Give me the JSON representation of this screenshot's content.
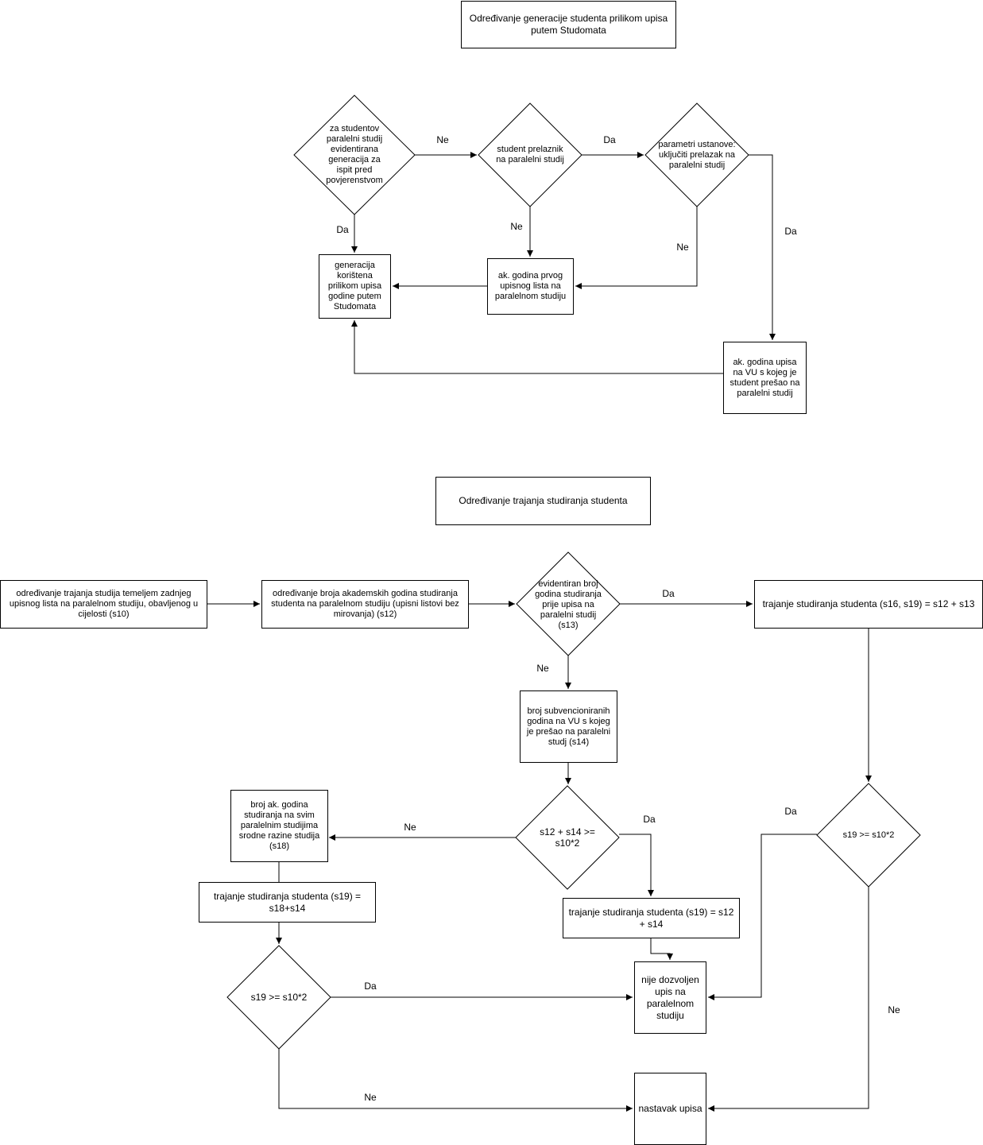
{
  "diagram1": {
    "title": "Određivanje generacije studenta prilikom upisa putem Studomata",
    "decision_parallel_generation": "za studentov paralelni studij evidentirana generacija za ispit pred povjerenstvom",
    "decision_transfer_student": "student prelaznik na paralelni studij",
    "decision_institution_params": "parametri ustanove: uključiti prelazak na paralelni studij",
    "box_generation_used": "generacija korištena prilikom upisa godine putem Studomata",
    "box_first_enrollment_year": "ak. godina prvog upisnog lista na paralelnom studiju",
    "box_enrollment_year_previous": "ak. godina upisa na VU s kojeg je student prešao na paralelni studij",
    "labels": {
      "d1_right": "Ne",
      "d1_down": "Da",
      "d2_right": "Da",
      "d2_down": "Ne",
      "d3_down": "Ne",
      "d3_right": "Da"
    }
  },
  "diagram2": {
    "title": "Određivanje trajanja studiranja studenta",
    "box_s10": "određivanje trajanja studija temeljem zadnjeg upisnog lista na paralelnom studiju, obavljenog u cijelosti (s10)",
    "box_s12": "određivanje broja akademskih godina studiranja studenta na paralelnom studiju (upisni listovi bez mirovanja) (s12)",
    "decision_s13": "evidentiran broj godina studiranja prije upisa na paralelni studij (s13)",
    "box_s16_s19": "trajanje studiranja studenta (s16, s19) = s12 + s13",
    "box_s14": "broj subvencioniranih godina na VU s kojeg je prešao na paralelni studj (s14)",
    "decision_s12_s14": "s12 + s14 >= s10*2",
    "box_s18": "broj ak. godina studiranja na svim paralelnim studijima srodne razine studija (s18)",
    "box_s19_s18": "trajanje studiranja studenta (s19) = s18+s14",
    "box_s19_s12": "trajanje studiranja studenta (s19) = s12 + s14",
    "decision_s19_left": "s19 >= s10*2",
    "decision_s19_right": "s19 >= s10*2",
    "box_not_allowed": "nije dozvoljen upis na paralelnom studiju",
    "box_continue": "nastavak upisa",
    "labels": {
      "s13_right": "Da",
      "s13_down": "Ne",
      "s12s14_left": "Ne",
      "s12s14_right": "Da",
      "right_dec_left": "Da",
      "right_dec_down": "Ne",
      "left_dec_right": "Da",
      "left_dec_down": "Ne"
    }
  }
}
